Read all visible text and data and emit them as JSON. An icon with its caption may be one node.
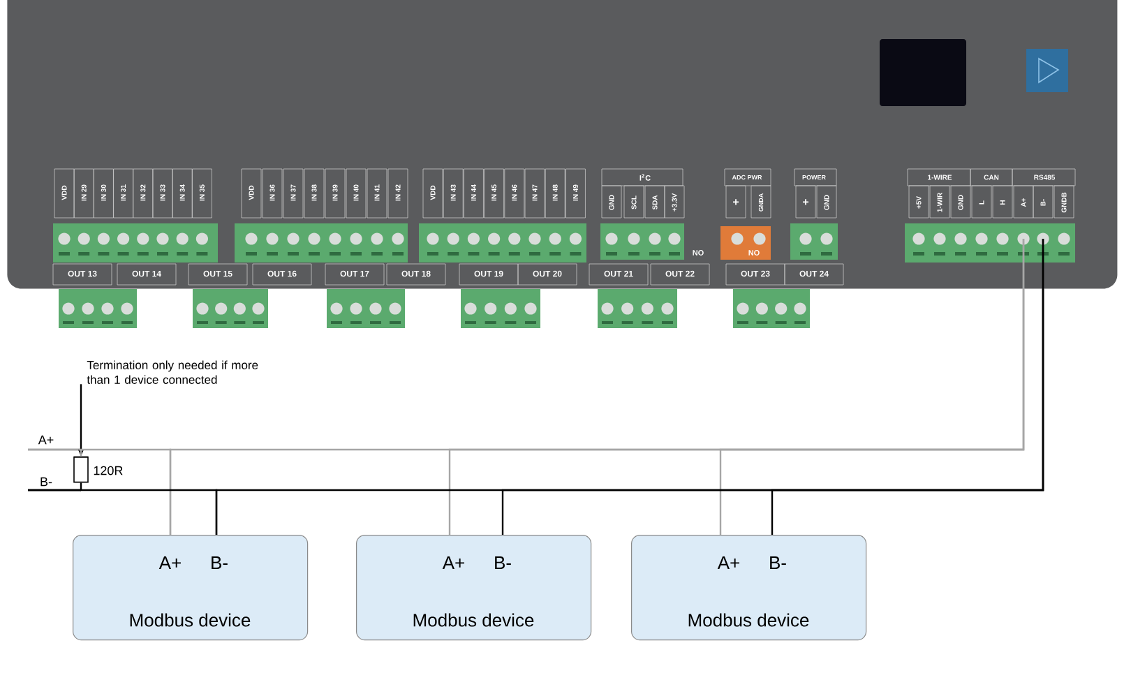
{
  "diagram": {
    "nodes": [
      {
        "text": [],
        "shape": "picture"
      },
      {
        "text": [
          "Termination only needed if more than 1 device connected"
        ]
      },
      {
        "text": [],
        "shape": "cylinder",
        "beside": [
          "120R"
        ]
      },
      {
        "text": [
          "A+",
          "B-",
          "Modbus device"
        ]
      },
      {
        "text": [
          "A+",
          "B-",
          "Modbus device"
        ]
      },
      {
        "text": [
          "A+",
          "B-",
          "Modbus device"
        ]
      }
    ],
    "edges": [
      {
        "from": 1,
        "to": 2,
        "arrow": "to"
      },
      {
        "from": 0,
        "to": 3,
        "arrow": "none",
        "color": "#a6a6a6"
      },
      {
        "from": 0,
        "to": 4,
        "arrow": "none",
        "color": "#a6a6a6"
      },
      {
        "from": 0,
        "to": 5,
        "arrow": "none",
        "color": "#a6a6a6"
      },
      {
        "from": 0,
        "to": 3,
        "arrow": "none"
      },
      {
        "from": 0,
        "to": 4,
        "arrow": "none"
      },
      {
        "from": 0,
        "to": 5,
        "arrow": "none"
      },
      {
        "from": 2,
        "to": 3,
        "arrow": "none",
        "color": "#a6a6a6"
      },
      {
        "from": 2,
        "to": 3,
        "arrow": "none"
      }
    ],
    "labels": [
      "VDD",
      "IN 29",
      "IN 30",
      "IN 31",
      "IN 32",
      "IN 33",
      "IN 34",
      "IN 35",
      "VDD",
      "IN 36",
      "IN 37",
      "IN 38",
      "IN 39",
      "IN 40",
      "IN 41",
      "IN 42",
      "VDD",
      "IN 43",
      "IN 44",
      "IN 45",
      "IN 46",
      "IN 47",
      "IN 48",
      "IN 49",
      "I$^{2}$C",
      "GND",
      "SCL",
      "SDA",
      "+3.3V",
      "ADC PWR",
      "+",
      "GNDA",
      "POWER",
      "+",
      "GND",
      "1-WIRE",
      "CAN",
      "RS485",
      "+5V",
      "1-WIR",
      "GND",
      "L",
      "H",
      "A+",
      "B-",
      "GNDB",
      "NO",
      "NO",
      "OUT 13",
      "OUT 14",
      "OUT 15",
      "OUT 16",
      "OUT 17",
      "OUT 18",
      "OUT 19",
      "OUT 20",
      "OUT 21",
      "OUT 22",
      "OUT 23",
      "OUT 24",
      "A+",
      "B-"
    ]
  }
}
